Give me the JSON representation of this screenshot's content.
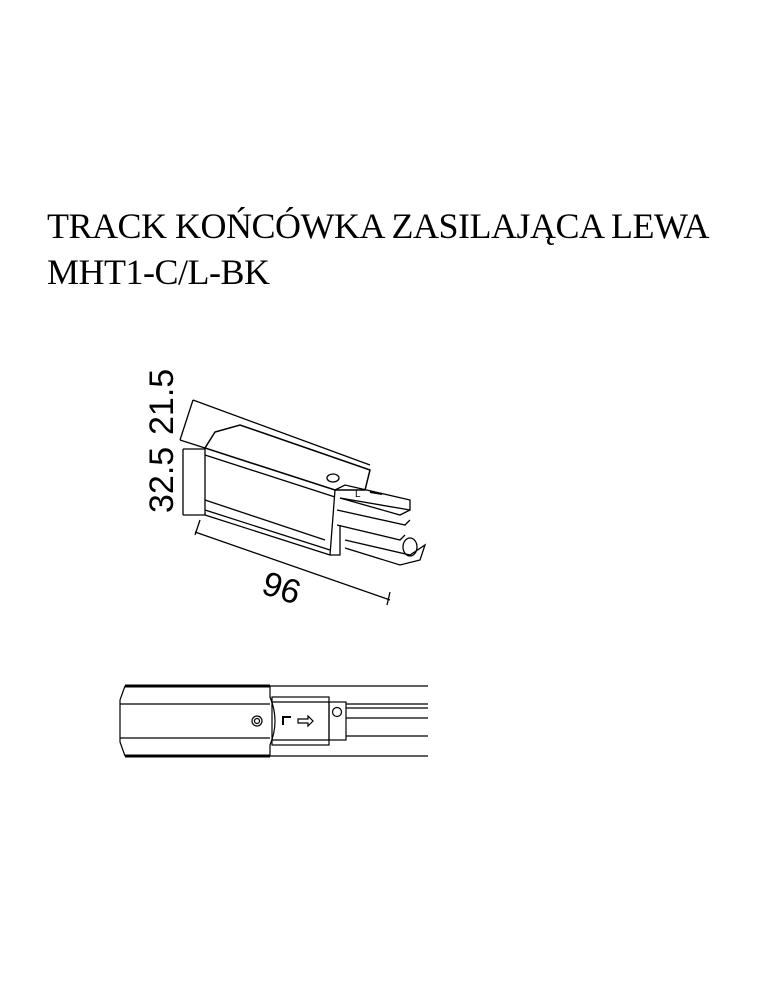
{
  "header": {
    "title_line1": "TRACK KOŃCÓWKA ZASILAJĄCA LEWA",
    "title_line2": "MHT1-C/L-BK"
  },
  "iso_drawing": {
    "dimensions": {
      "width": "21.5",
      "height": "32.5",
      "length": "96"
    },
    "label_marker": "L"
  },
  "top_view": {
    "label_marker": "Γ"
  }
}
